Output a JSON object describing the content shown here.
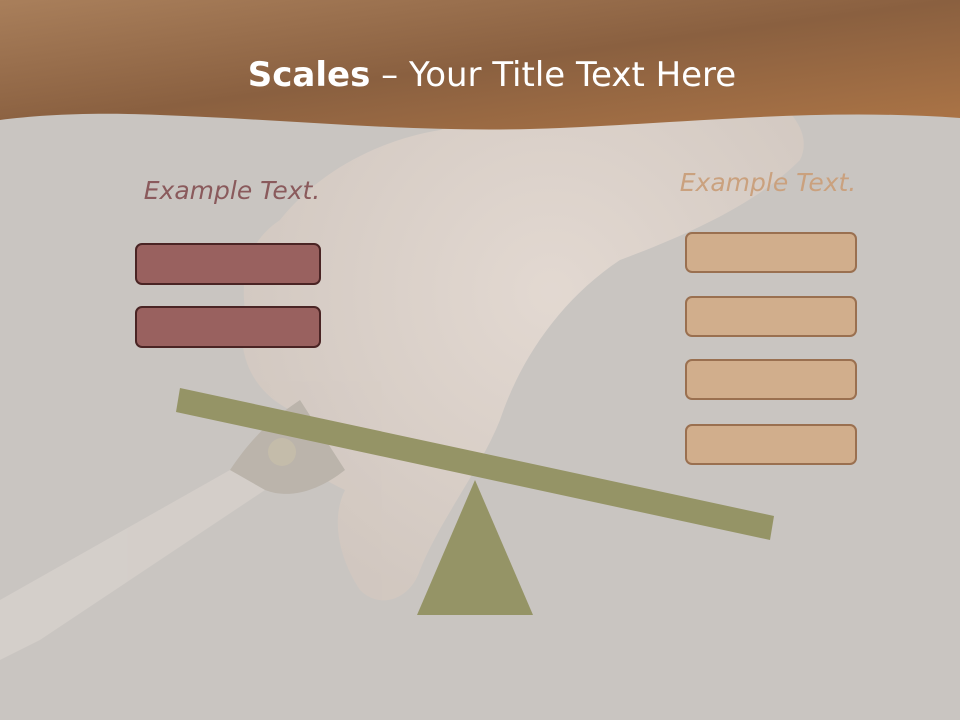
{
  "title": {
    "bold": "Scales",
    "rest": " – Your Title Text Here"
  },
  "left": {
    "label": "Example Text.",
    "box_count": 2,
    "box_color": "#99615f"
  },
  "right": {
    "label": "Example Text.",
    "box_count": 4,
    "box_color": "#d1ae8c"
  },
  "colors": {
    "header": "#9b6a44",
    "background": "#c9c5c1",
    "scale": "#959466"
  }
}
